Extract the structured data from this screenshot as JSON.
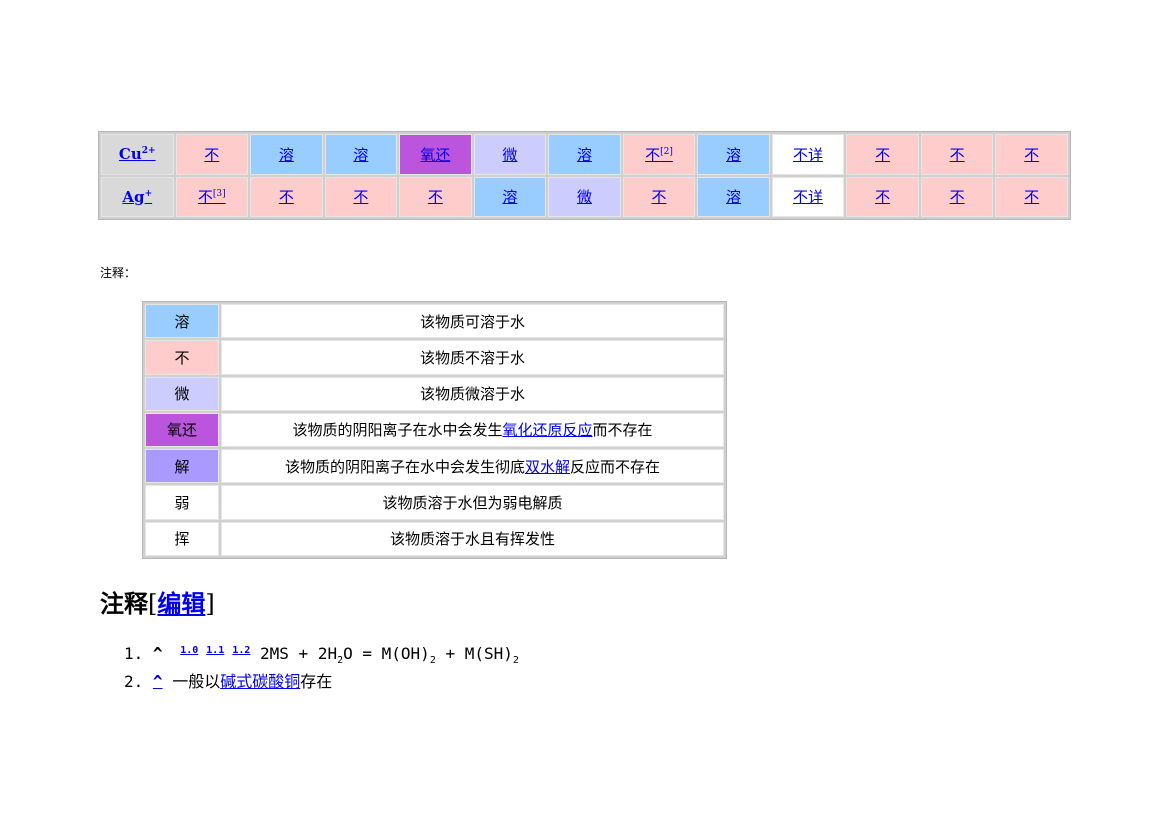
{
  "colors": {
    "rong": "#99ccff",
    "bu": "#ffcccc",
    "wei": "#ccccff",
    "yanghuan": "#bb55dd",
    "jie": "#aa99ff",
    "white": "#ffffff"
  },
  "solubility_rows": [
    {
      "ion": "Cu",
      "charge": "2+",
      "cells": [
        {
          "text": "不",
          "sup": "",
          "cls": "c-bu"
        },
        {
          "text": "溶",
          "sup": "",
          "cls": "c-rong"
        },
        {
          "text": "溶",
          "sup": "",
          "cls": "c-rong"
        },
        {
          "text": "氧还",
          "sup": "",
          "cls": "c-yang"
        },
        {
          "text": "微",
          "sup": "",
          "cls": "c-wei"
        },
        {
          "text": "溶",
          "sup": "",
          "cls": "c-rong"
        },
        {
          "text": "不",
          "sup": "[2]",
          "cls": "c-bu"
        },
        {
          "text": "溶",
          "sup": "",
          "cls": "c-rong"
        },
        {
          "text": "不详",
          "sup": "",
          "cls": "c-white"
        },
        {
          "text": "不",
          "sup": "",
          "cls": "c-bu"
        },
        {
          "text": "不",
          "sup": "",
          "cls": "c-bu"
        },
        {
          "text": "不",
          "sup": "",
          "cls": "c-bu"
        }
      ]
    },
    {
      "ion": "Ag",
      "charge": "+",
      "cells": [
        {
          "text": "不",
          "sup": "[3]",
          "cls": "c-bu"
        },
        {
          "text": "不",
          "sup": "",
          "cls": "c-bu"
        },
        {
          "text": "不",
          "sup": "",
          "cls": "c-bu"
        },
        {
          "text": "不",
          "sup": "",
          "cls": "c-bu"
        },
        {
          "text": "溶",
          "sup": "",
          "cls": "c-rong"
        },
        {
          "text": "微",
          "sup": "",
          "cls": "c-wei"
        },
        {
          "text": "不",
          "sup": "",
          "cls": "c-bu"
        },
        {
          "text": "溶",
          "sup": "",
          "cls": "c-rong"
        },
        {
          "text": "不详",
          "sup": "",
          "cls": "c-white"
        },
        {
          "text": "不",
          "sup": "",
          "cls": "c-bu"
        },
        {
          "text": "不",
          "sup": "",
          "cls": "c-bu"
        },
        {
          "text": "不",
          "sup": "",
          "cls": "c-bu"
        }
      ]
    }
  ],
  "note_label": "注释：",
  "legend": [
    {
      "key": "溶",
      "cls": "c-rong",
      "pre": "该物质可溶于水",
      "link": "",
      "post": ""
    },
    {
      "key": "不",
      "cls": "c-bu",
      "pre": "该物质不溶于水",
      "link": "",
      "post": ""
    },
    {
      "key": "微",
      "cls": "c-wei",
      "pre": "该物质微溶于水",
      "link": "",
      "post": ""
    },
    {
      "key": "氧还",
      "cls": "c-yang",
      "pre": "该物质的阴阳离子在水中会发生",
      "link": "氧化还原反应",
      "post": "而不存在"
    },
    {
      "key": "解",
      "cls": "c-jie",
      "pre": "该物质的阴阳离子在水中会发生彻底",
      "link": "双水解",
      "post": "反应而不存在"
    },
    {
      "key": "弱",
      "cls": "c-white",
      "pre": "该物质溶于水但为弱电解质",
      "link": "",
      "post": ""
    },
    {
      "key": "挥",
      "cls": "c-white",
      "pre": "该物质溶于水且有挥发性",
      "link": "",
      "post": ""
    }
  ],
  "notes_heading": {
    "title": "注释",
    "open": "[",
    "edit": "编辑",
    "close": "]"
  },
  "references": [
    {
      "num": "1.",
      "caret": "^",
      "subrefs": [
        "1.0",
        "1.1",
        "1.2"
      ],
      "eq": {
        "a": "2MS + 2H",
        "b": "2",
        "c": "O = M(OH)",
        "d": "2",
        "e": " + M(SH)",
        "f": "2"
      }
    },
    {
      "num": "2.",
      "caret": "^",
      "pre": "一般以",
      "link": "碱式碳酸铜",
      "post": "存在"
    }
  ]
}
